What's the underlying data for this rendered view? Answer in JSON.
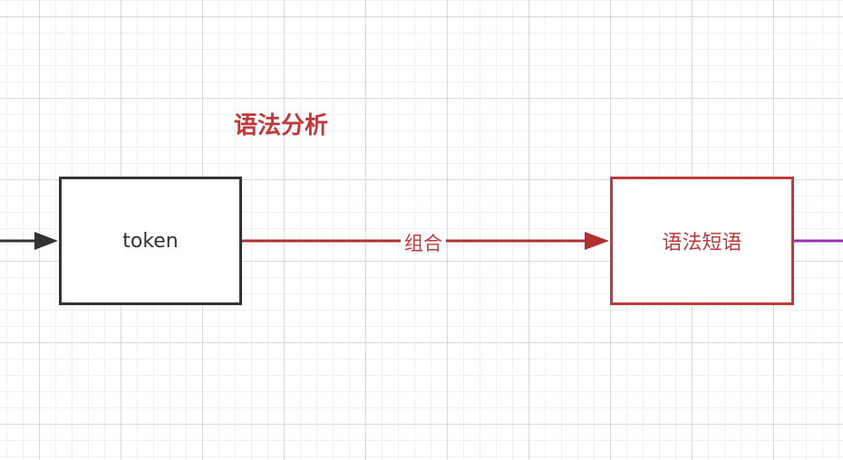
{
  "diagram": {
    "stage_title": "语法分析",
    "token_box_label": "token",
    "edge_label": "组合",
    "phrase_box_label": "语法短语"
  },
  "colors": {
    "dark": "#333333",
    "accent_red": "#c0393b",
    "purple": "#9b30b5"
  }
}
